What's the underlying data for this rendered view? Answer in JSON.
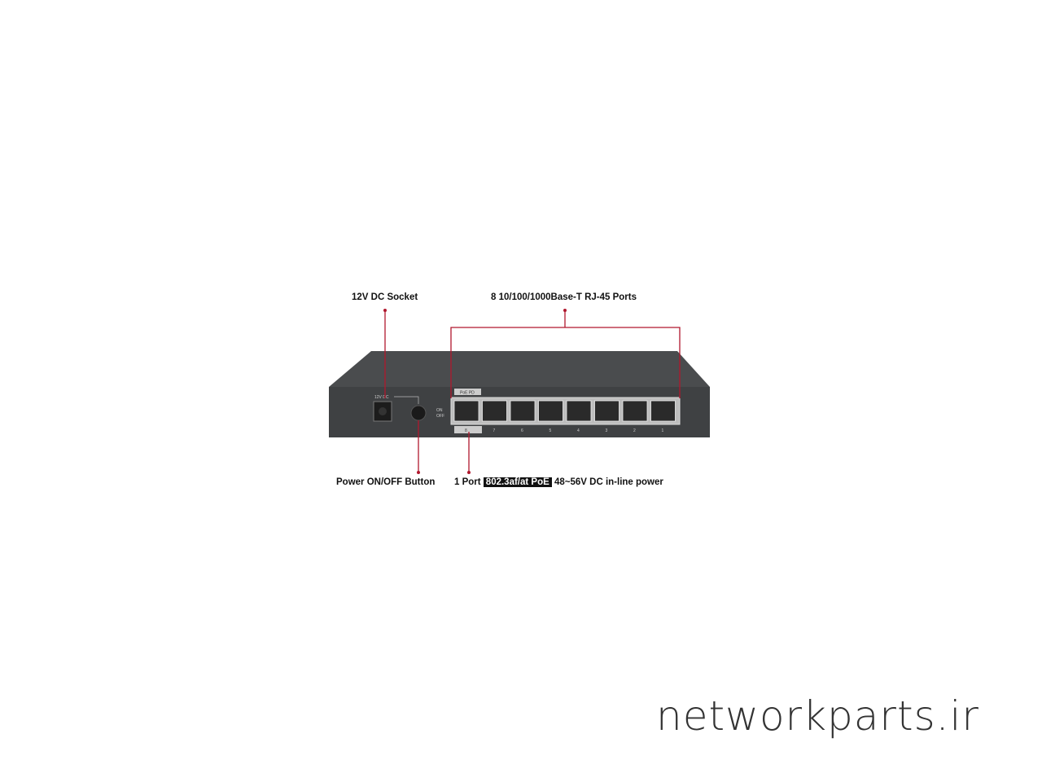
{
  "callouts": {
    "dc_socket": "12V DC Socket",
    "rj45_ports": "8 10/100/1000Base-T RJ-45 Ports",
    "power_button": "Power ON/OFF Button",
    "poe_prefix": "1 Port",
    "poe_highlight": "802.3af/at PoE",
    "poe_suffix": "48~56V DC in-line power"
  },
  "device": {
    "dc_label": "12V DC",
    "on_label": "ON",
    "off_label": "OFF",
    "poe_pd_label": "PoE PD",
    "port_numbers": [
      "8",
      "7",
      "6",
      "5",
      "4",
      "3",
      "2",
      "1"
    ]
  },
  "watermark": "networkparts.ir",
  "colors": {
    "callout_line": "#b0182e",
    "device_body": "#3f4143"
  }
}
